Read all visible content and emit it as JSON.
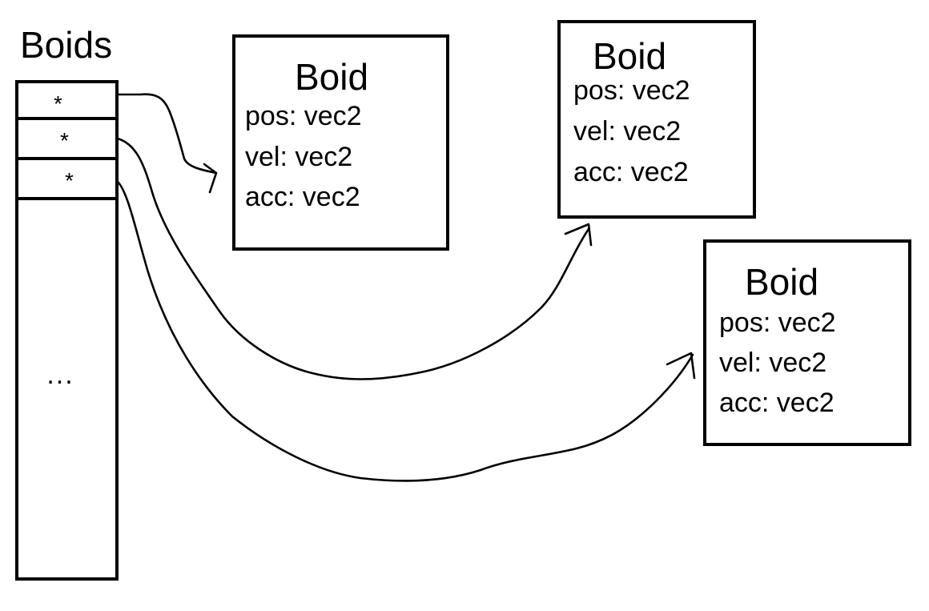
{
  "diagram": {
    "title": "Boids",
    "array": {
      "cells": [
        {
          "marker": "*"
        },
        {
          "marker": "*"
        },
        {
          "marker": "*"
        }
      ],
      "ellipsis": "..."
    },
    "boids": [
      {
        "name": "Boid",
        "fields": [
          "pos: vec2",
          "vel: vec2",
          "acc: vec2"
        ]
      },
      {
        "name": "Boid",
        "fields": [
          "pos: vec2",
          "vel: vec2",
          "acc: vec2"
        ]
      },
      {
        "name": "Boid",
        "fields": [
          "pos: vec2",
          "vel: vec2",
          "acc: vec2"
        ]
      }
    ],
    "edges": [
      {
        "from": "array-cell-1",
        "to": "boid-1"
      },
      {
        "from": "array-cell-2",
        "to": "boid-2"
      },
      {
        "from": "array-cell-3",
        "to": "boid-3"
      }
    ],
    "colors": {
      "stroke": "#000000",
      "background": "#ffffff"
    }
  }
}
